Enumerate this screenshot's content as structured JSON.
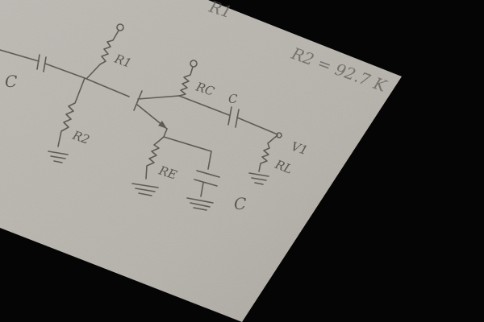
{
  "components": {
    "r1": {
      "ref": "R1"
    },
    "r2": {
      "ref": "R2"
    },
    "rc": {
      "ref": "RC"
    },
    "re": {
      "ref": "RE"
    },
    "rl": {
      "ref": "RL"
    },
    "c_in": {
      "ref": "C"
    },
    "c_out": {
      "ref": "C"
    },
    "c_e": {
      "ref": "C"
    }
  },
  "nodes": {
    "output": {
      "label": "V1"
    }
  },
  "notes": {
    "top_value": "R1",
    "r2_value": "R2 = 92.7 K"
  },
  "colors": {
    "paper": "#b9b5ae",
    "ink": "#5e5a55",
    "background": "#050505"
  }
}
